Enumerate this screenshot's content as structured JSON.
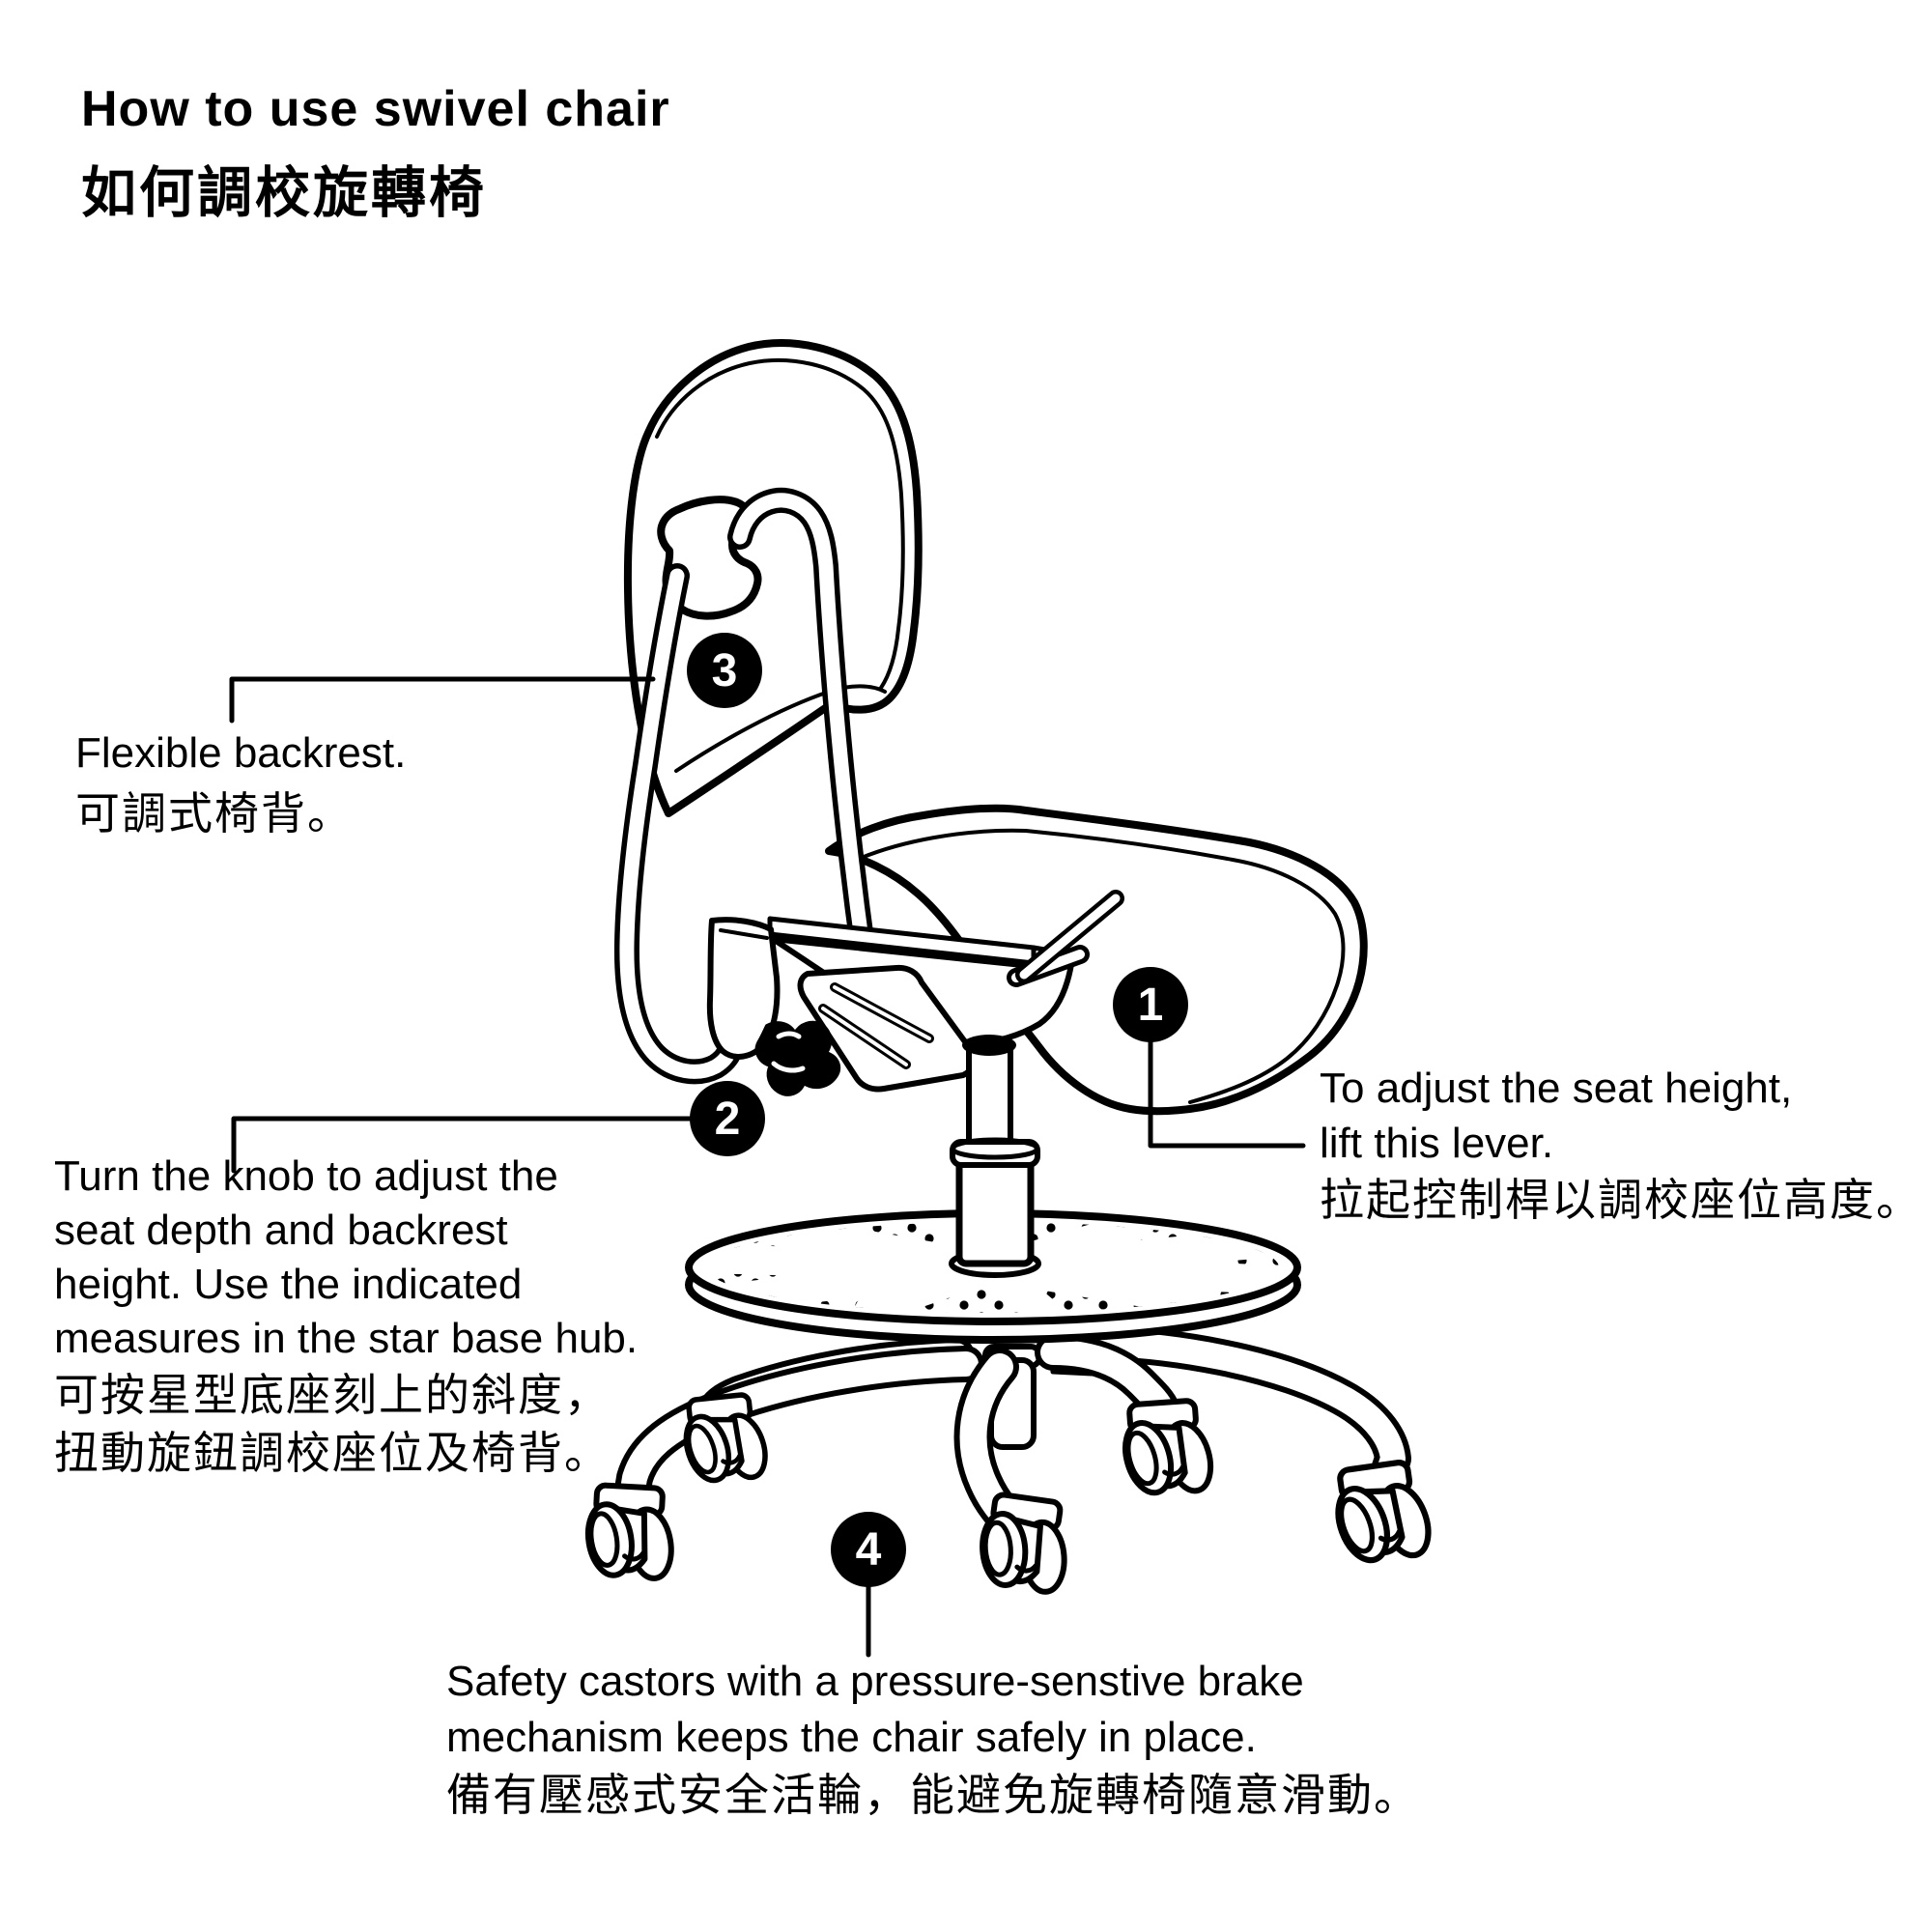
{
  "page": {
    "background": "#ffffff",
    "ink": "#000000"
  },
  "title": {
    "en": "How to use swivel chair",
    "zh": "如何調校旋轉椅"
  },
  "callouts": {
    "seat_height": {
      "number": "1",
      "lines": [
        "To adjust the seat height,",
        "lift this lever.",
        "拉起控制桿以調校座位高度。"
      ]
    },
    "knob": {
      "number": "2",
      "lines": [
        "Turn the knob to adjust the",
        "seat depth and backrest",
        "height. Use the indicated",
        "measures in the star base hub.",
        "可按星型底座刻上的斜度，",
        "扭動旋鈕調校座位及椅背。"
      ]
    },
    "backrest": {
      "number": "3",
      "lines": [
        "Flexible backrest.",
        "可調式椅背。"
      ]
    },
    "castors": {
      "number": "4",
      "lines": [
        "Safety castors with a pressure-senstive brake",
        "mechanism keeps the chair safely in place.",
        "備有壓感式安全活輪，能避免旋轉椅隨意滑動。"
      ]
    }
  },
  "illustration": {
    "alt": "Black and white line drawing of a swivel desk chair seen from the side: flexible backrest on a bent tube frame, seat with height lever, seat-depth knob, gas cylinder, perforated round footrest disc and five-leg star base with twin-wheel safety castors",
    "parts": [
      "backrest-panel",
      "headrest-bracket",
      "backrest-frame-tube",
      "seat",
      "seat-mechanism",
      "height-adjust-lever",
      "seat-depth-knob",
      "gas-cylinder",
      "footrest-disc",
      "star-base-legs",
      "twin-wheel-castors"
    ]
  }
}
